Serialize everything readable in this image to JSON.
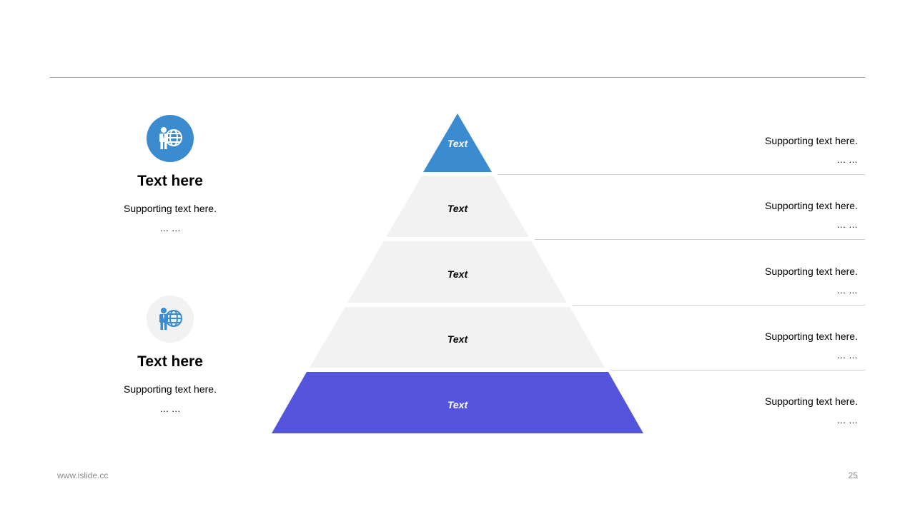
{
  "colors": {
    "accent_blue": "#3b8bd0",
    "accent_purple": "#5454dc",
    "light_gray": "#f2f2f2",
    "rule_gray": "#a6a6a6"
  },
  "left_blocks": [
    {
      "icon": "person-globe-icon",
      "title": "Text here",
      "subtitle": "Supporting  text here.",
      "dots": "… …"
    },
    {
      "icon": "person-globe-icon",
      "title": "Text here",
      "subtitle": "Supporting  text here.",
      "dots": "… …"
    }
  ],
  "pyramid": {
    "levels": [
      {
        "label": "Text",
        "color": "#3b8bd0",
        "text_color": "#ffffff"
      },
      {
        "label": "Text",
        "color": "#f2f2f2",
        "text_color": "#000000"
      },
      {
        "label": "Text",
        "color": "#f2f2f2",
        "text_color": "#000000"
      },
      {
        "label": "Text",
        "color": "#f2f2f2",
        "text_color": "#000000"
      },
      {
        "label": "Text",
        "color": "#5454dc",
        "text_color": "#ffffff"
      }
    ]
  },
  "right_items": [
    {
      "subtitle": "Supporting  text here.",
      "dots": "… …"
    },
    {
      "subtitle": "Supporting  text here.",
      "dots": "… …"
    },
    {
      "subtitle": "Supporting  text here.",
      "dots": "… …"
    },
    {
      "subtitle": "Supporting  text here.",
      "dots": "… …"
    },
    {
      "subtitle": "Supporting  text here.",
      "dots": "… …"
    }
  ],
  "footer": {
    "website": "www.islide.cc",
    "page_number": "25"
  }
}
